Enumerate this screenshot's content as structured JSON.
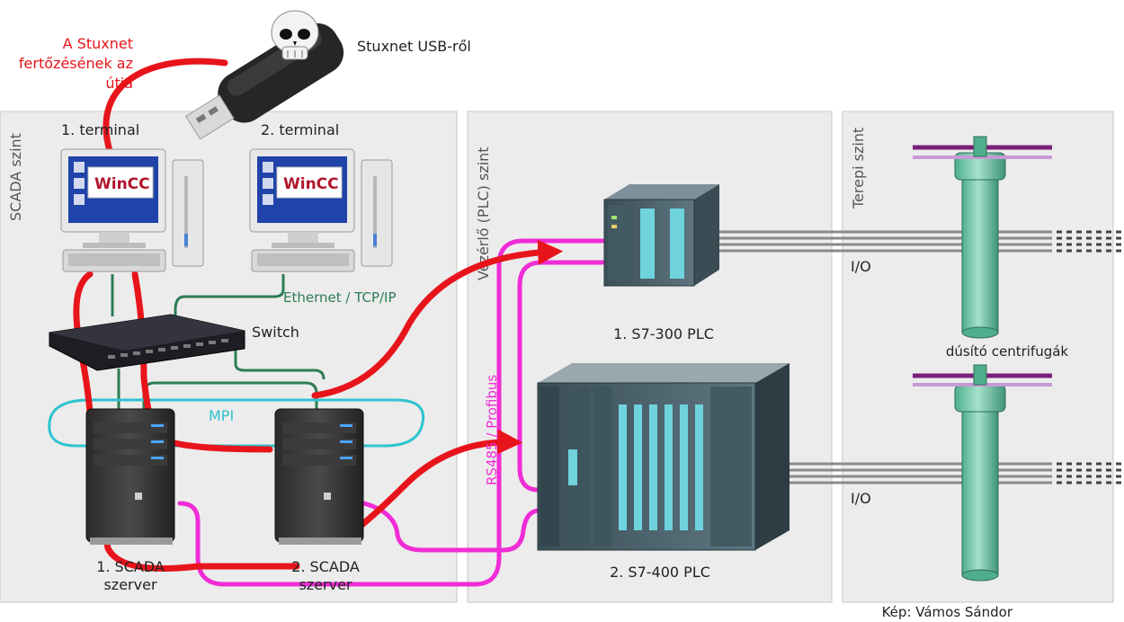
{
  "labels": {
    "infection_path": [
      "A Stuxnet",
      "fertőzésének az",
      "útja"
    ],
    "usb": "Stuxnet USB-ről",
    "terminal1": "1. terminal",
    "terminal2": "2. terminal",
    "wincc": "WinCC",
    "scada_level": "SCADA szint",
    "plc_level": "Vezérlő (PLC) szint",
    "field_level": "Terepi szint",
    "ethernet": "Ethernet / TCP/IP",
    "switch": "Switch",
    "mpi": "MPI",
    "scada_server1": [
      "1. SCADA",
      "szerver"
    ],
    "scada_server2": [
      "2. SCADA",
      "szerver"
    ],
    "rs485": "RS485 / Profibus",
    "plc1": "1. S7-300 PLC",
    "plc2": "2. S7-400 PLC",
    "io1": "I/O",
    "io2": "I/O",
    "centrifuges": "dúsító centrifugák",
    "credit": "Kép: Vámos Sándor"
  },
  "colors": {
    "infection": "#e8141b",
    "profibus": "#f02cd6",
    "ethernet": "#2e7d54",
    "mpi": "#2ec4cf",
    "panel": "#ececec",
    "centrifuge": "#6fc4a6",
    "purple": "#7a1f7a"
  }
}
